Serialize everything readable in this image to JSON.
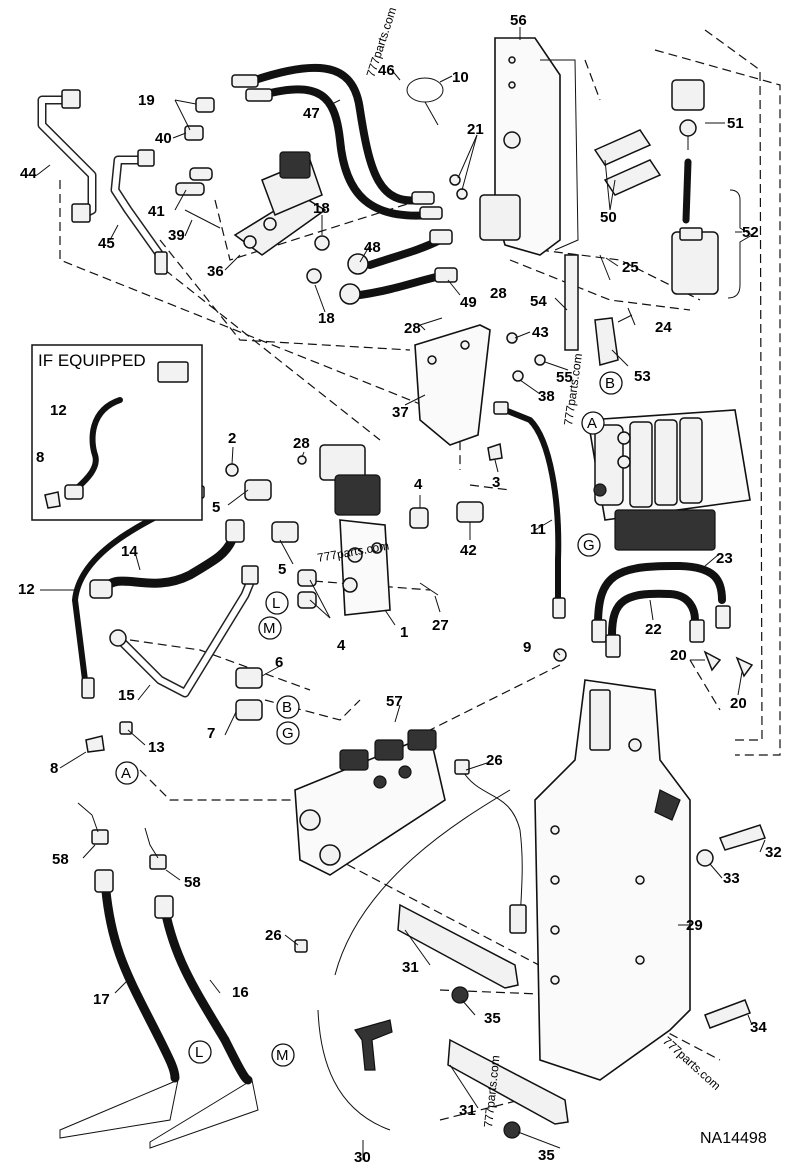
{
  "diagram_code": "NA14498",
  "inset": {
    "title": "IF EQUIPPED",
    "labels": [
      "12",
      "8"
    ]
  },
  "part_numbers": [
    "1",
    "2",
    "3",
    "4",
    "4",
    "5",
    "5",
    "6",
    "7",
    "8",
    "8",
    "9",
    "10",
    "11",
    "12",
    "12",
    "13",
    "14",
    "15",
    "16",
    "17",
    "18",
    "18",
    "19",
    "20",
    "20",
    "21",
    "22",
    "23",
    "24",
    "25",
    "26",
    "26",
    "27",
    "28",
    "28",
    "28",
    "29",
    "30",
    "31",
    "31",
    "32",
    "33",
    "34",
    "35",
    "35",
    "36",
    "37",
    "38",
    "39",
    "40",
    "41",
    "42",
    "43",
    "44",
    "45",
    "46",
    "47",
    "48",
    "49",
    "50",
    "51",
    "52",
    "53",
    "54",
    "55",
    "56",
    "57",
    "58",
    "58"
  ],
  "connection_letters": [
    "A",
    "A",
    "B",
    "B",
    "G",
    "G",
    "L",
    "L",
    "M",
    "M"
  ],
  "watermarks": [
    "777parts.com",
    "777parts.com",
    "777parts.com",
    "777parts.com",
    "777parts.com"
  ]
}
